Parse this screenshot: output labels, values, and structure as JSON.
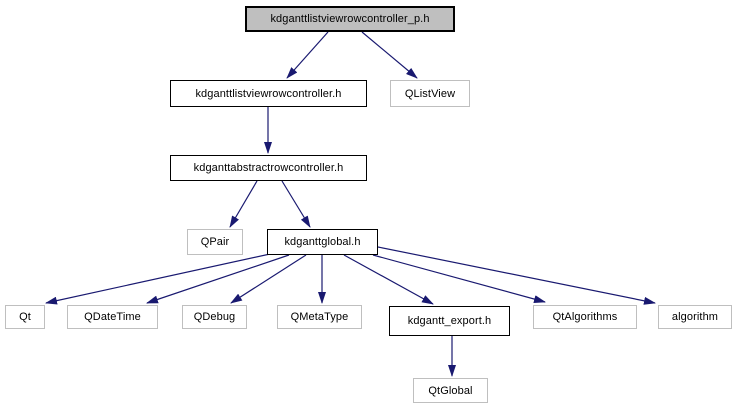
{
  "graph": {
    "kind": "include-dependency-graph",
    "colors": {
      "edge": "#191970",
      "current_node_fill": "#bfbfbf",
      "current_node_border": "#000000",
      "internal_node_border": "#000000",
      "external_node_border": "#bfbfbf",
      "node_fill": "#ffffff",
      "text": "#000000",
      "background": "#ffffff"
    },
    "nodes": [
      {
        "id": "kdganttlistviewrowcontroller_p.h",
        "label": "kdganttlistviewrowcontroller_p.h",
        "type": "current"
      },
      {
        "id": "kdganttlistviewrowcontroller.h",
        "label": "kdganttlistviewrowcontroller.h",
        "type": "internal"
      },
      {
        "id": "QListView",
        "label": "QListView",
        "type": "external"
      },
      {
        "id": "kdganttabstractrowcontroller.h",
        "label": "kdganttabstractrowcontroller.h",
        "type": "internal"
      },
      {
        "id": "QPair",
        "label": "QPair",
        "type": "external"
      },
      {
        "id": "kdganttglobal.h",
        "label": "kdganttglobal.h",
        "type": "internal"
      },
      {
        "id": "Qt",
        "label": "Qt",
        "type": "external"
      },
      {
        "id": "QDateTime",
        "label": "QDateTime",
        "type": "external"
      },
      {
        "id": "QDebug",
        "label": "QDebug",
        "type": "external"
      },
      {
        "id": "QMetaType",
        "label": "QMetaType",
        "type": "external"
      },
      {
        "id": "kdgantt_export.h",
        "label": "kdgantt_export.h",
        "type": "internal"
      },
      {
        "id": "QtAlgorithms",
        "label": "QtAlgorithms",
        "type": "external"
      },
      {
        "id": "algorithm",
        "label": "algorithm",
        "type": "external"
      },
      {
        "id": "QtGlobal",
        "label": "QtGlobal",
        "type": "external"
      }
    ],
    "edges": [
      {
        "from": "kdganttlistviewrowcontroller_p.h",
        "to": "kdganttlistviewrowcontroller.h"
      },
      {
        "from": "kdganttlistviewrowcontroller_p.h",
        "to": "QListView"
      },
      {
        "from": "kdganttlistviewrowcontroller.h",
        "to": "kdganttabstractrowcontroller.h"
      },
      {
        "from": "kdganttabstractrowcontroller.h",
        "to": "QPair"
      },
      {
        "from": "kdganttabstractrowcontroller.h",
        "to": "kdganttglobal.h"
      },
      {
        "from": "kdganttglobal.h",
        "to": "Qt"
      },
      {
        "from": "kdganttglobal.h",
        "to": "QDateTime"
      },
      {
        "from": "kdganttglobal.h",
        "to": "QDebug"
      },
      {
        "from": "kdganttglobal.h",
        "to": "QMetaType"
      },
      {
        "from": "kdganttglobal.h",
        "to": "kdgantt_export.h"
      },
      {
        "from": "kdganttglobal.h",
        "to": "QtAlgorithms"
      },
      {
        "from": "kdganttglobal.h",
        "to": "algorithm"
      },
      {
        "from": "kdgantt_export.h",
        "to": "QtGlobal"
      }
    ]
  }
}
